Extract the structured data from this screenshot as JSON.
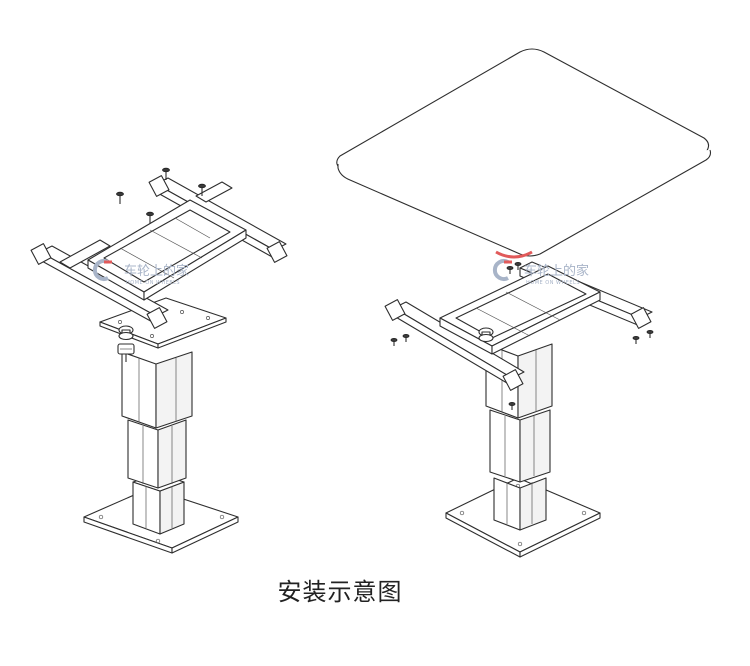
{
  "caption": "安装示意图",
  "watermark": {
    "brand": "车轮上的家",
    "tagline": "HOME ON WHEELS",
    "color": "#a8b4c8"
  },
  "accent_color": "#e15a5a",
  "figures": [
    {
      "name": "frame-without-tabletop"
    },
    {
      "name": "frame-with-tabletop"
    }
  ]
}
